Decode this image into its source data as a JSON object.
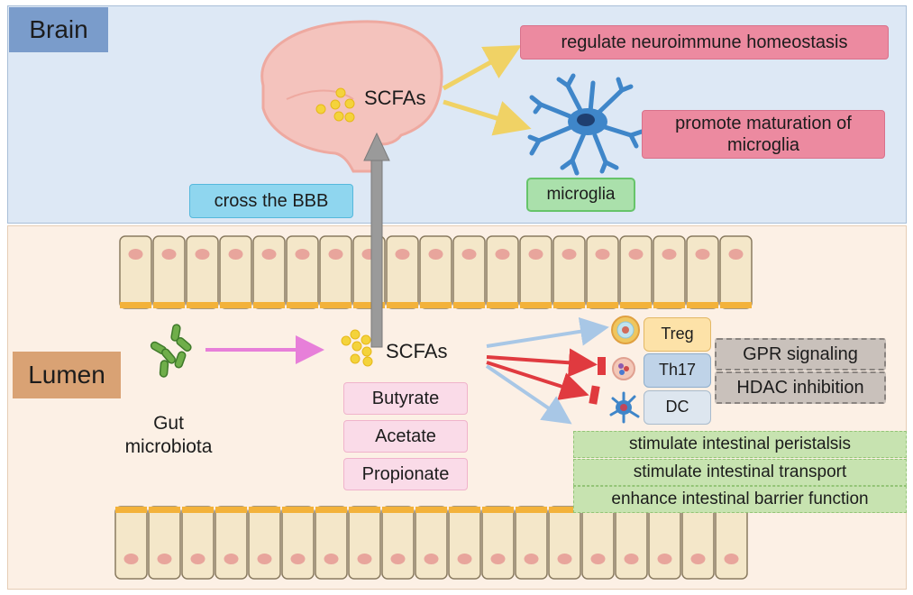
{
  "regions": {
    "brain": "Brain",
    "lumen": "Lumen"
  },
  "brain": {
    "scfas_label": "SCFAs",
    "cross_bbb": "cross the BBB",
    "regulate": "regulate neuroimmune homeostasis",
    "promote": "promote maturation of microglia",
    "microglia": "microglia"
  },
  "gut": {
    "microbiota_line1": "Gut",
    "microbiota_line2": "microbiota",
    "scfas_label": "SCFAs",
    "types": [
      "Butyrate",
      "Acetate",
      "Propionate"
    ]
  },
  "immune": {
    "cells": [
      "Treg",
      "Th17",
      "DC"
    ],
    "mechanisms": [
      "GPR signaling",
      "HDAC inhibition"
    ]
  },
  "effects": [
    "stimulate intestinal peristalsis",
    "stimulate intestinal transport",
    "enhance intestinal barrier function"
  ],
  "colors": {
    "brain_panel": "#dde8f5",
    "lumen_panel": "#fcf0e5",
    "scfa_dot": "#f4d33b",
    "microglia": "#3f86c9",
    "inhibit_arrow": "#e03a3f",
    "promote_arrow": "#a8c7e6"
  },
  "icons": [
    "brain-icon",
    "microglia-icon",
    "bacteria-icon",
    "epithelium-icon",
    "treg-cell-icon",
    "th17-cell-icon",
    "dc-cell-icon"
  ]
}
